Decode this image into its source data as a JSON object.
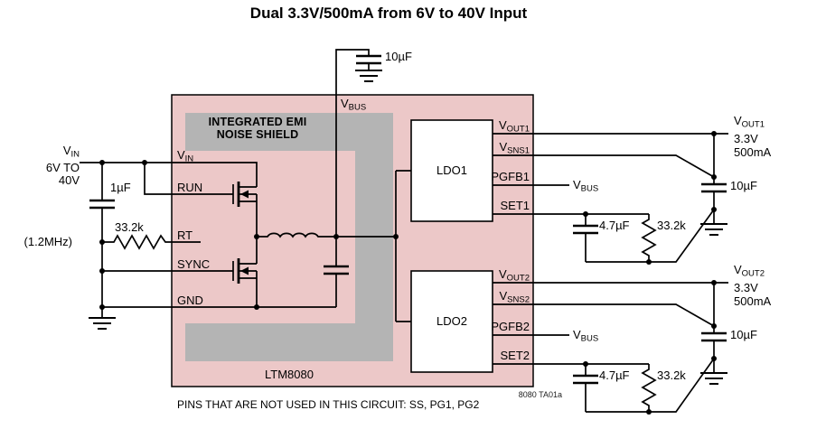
{
  "title": "Dual 3.3V/500mA from 6V to 40V Input",
  "colors": {
    "module_fill": "#ecc8c8",
    "shield_fill": "#b4b4b4",
    "ldo_fill": "#ffffff",
    "line": "#000000"
  },
  "module": {
    "part_number": "LTM8080",
    "shield": {
      "line1": "INTEGRATED EMI",
      "line2": "NOISE SHIELD"
    },
    "blocks": {
      "ldo1": "LDO1",
      "ldo2": "LDO2"
    },
    "pins": {
      "vbus": {
        "base": "V",
        "sub": "BUS"
      },
      "vin": {
        "base": "V",
        "sub": "IN"
      },
      "run": "RUN",
      "rt": "RT",
      "sync": "SYNC",
      "gnd": "GND",
      "vout1": {
        "base": "V",
        "sub": "OUT1"
      },
      "vsns1": {
        "base": "V",
        "sub": "SNS1"
      },
      "pgfb1": "PGFB1",
      "set1": "SET1",
      "vout2": {
        "base": "V",
        "sub": "OUT2"
      },
      "vsns2": {
        "base": "V",
        "sub": "SNS2"
      },
      "pgfb2": "PGFB2",
      "set2": "SET2"
    }
  },
  "input": {
    "net": {
      "base": "V",
      "sub": "IN"
    },
    "range1": "6V TO",
    "range2": "40V",
    "bulk_cap": "1µF",
    "rt_value": "33.2k",
    "rt_freq": "(1.2MHz)"
  },
  "vbus_cap": "10µF",
  "outputs": [
    {
      "net": {
        "base": "V",
        "sub": "OUT1"
      },
      "voltage": "3.3V",
      "current": "500mA",
      "out_cap": "10µF",
      "set_cap": "4.7µF",
      "set_res": "33.2k",
      "pgfb_net": {
        "base": "V",
        "sub": "BUS"
      }
    },
    {
      "net": {
        "base": "V",
        "sub": "OUT2"
      },
      "voltage": "3.3V",
      "current": "500mA",
      "out_cap": "10µF",
      "set_cap": "4.7µF",
      "set_res": "33.2k",
      "pgfb_net": {
        "base": "V",
        "sub": "BUS"
      }
    }
  ],
  "footer": {
    "unused_pins": "PINS THAT ARE NOT USED IN THIS CIRCUIT: SS, PG1, PG2",
    "figure_id": "8080 TA01a"
  }
}
